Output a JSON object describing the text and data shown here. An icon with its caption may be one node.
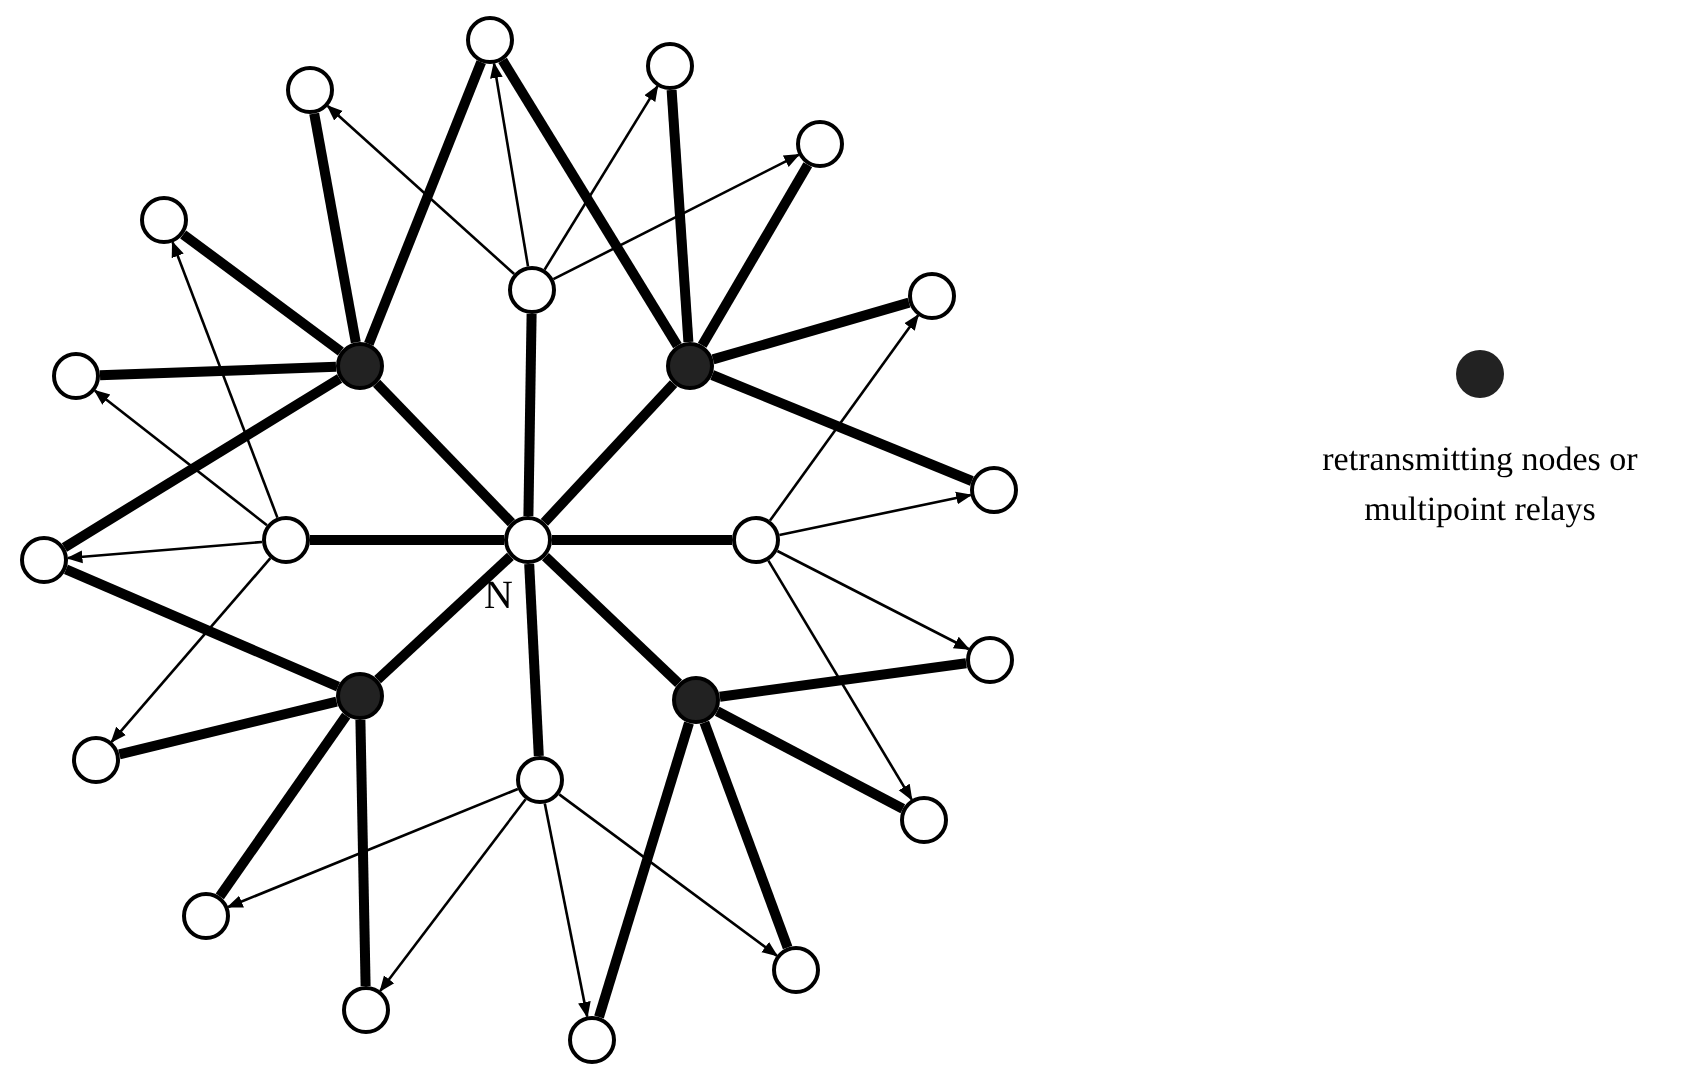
{
  "diagram": {
    "nodes": [
      {
        "text": [],
        "shape": "circle",
        "beside": [
          "N"
        ]
      },
      {
        "text": [],
        "shape": "circle"
      },
      {
        "text": [],
        "shape": "circle"
      },
      {
        "text": [],
        "shape": "circle"
      },
      {
        "text": [],
        "shape": "circle"
      },
      {
        "text": [],
        "shape": "circle"
      },
      {
        "text": [],
        "shape": "circle"
      },
      {
        "text": [],
        "shape": "circle"
      },
      {
        "text": [],
        "shape": "circle"
      },
      {
        "text": [],
        "shape": "circle"
      },
      {
        "text": [],
        "shape": "circle"
      },
      {
        "text": [],
        "shape": "circle"
      },
      {
        "text": [],
        "shape": "circle"
      },
      {
        "text": [],
        "shape": "circle"
      },
      {
        "text": [],
        "shape": "circle"
      },
      {
        "text": [],
        "shape": "circle"
      },
      {
        "text": [],
        "shape": "circle"
      },
      {
        "text": [],
        "shape": "circle"
      },
      {
        "text": [],
        "shape": "circle"
      },
      {
        "text": [],
        "shape": "circle"
      },
      {
        "text": [],
        "shape": "circle"
      },
      {
        "text": [],
        "shape": "circle"
      },
      {
        "text": [],
        "shape": "circle"
      },
      {
        "text": [],
        "shape": "circle"
      },
      {
        "text": [],
        "shape": "circle"
      }
    ],
    "edges": [
      {
        "from": 0,
        "to": 1,
        "arrow": "none"
      },
      {
        "from": 0,
        "to": 2,
        "arrow": "none"
      },
      {
        "from": 0,
        "to": 3,
        "arrow": "none"
      },
      {
        "from": 0,
        "to": 4,
        "arrow": "none"
      },
      {
        "from": 0,
        "to": 5,
        "arrow": "none"
      },
      {
        "from": 0,
        "to": 6,
        "arrow": "none"
      },
      {
        "from": 0,
        "to": 7,
        "arrow": "none"
      },
      {
        "from": 0,
        "to": 8,
        "arrow": "none"
      },
      {
        "from": 5,
        "to": 24,
        "arrow": "none"
      },
      {
        "from": 5,
        "to": 9,
        "arrow": "none"
      },
      {
        "from": 5,
        "to": 23,
        "arrow": "none"
      },
      {
        "from": 5,
        "to": 22,
        "arrow": "none"
      },
      {
        "from": 5,
        "to": 21,
        "arrow": "none"
      },
      {
        "from": 6,
        "to": 9,
        "arrow": "none"
      },
      {
        "from": 6,
        "to": 10,
        "arrow": "none"
      },
      {
        "from": 6,
        "to": 11,
        "arrow": "none"
      },
      {
        "from": 6,
        "to": 12,
        "arrow": "none"
      },
      {
        "from": 6,
        "to": 13,
        "arrow": "none"
      },
      {
        "from": 7,
        "to": 21,
        "arrow": "none"
      },
      {
        "from": 7,
        "to": 20,
        "arrow": "none"
      },
      {
        "from": 7,
        "to": 19,
        "arrow": "none"
      },
      {
        "from": 7,
        "to": 18,
        "arrow": "none"
      },
      {
        "from": 8,
        "to": 14,
        "arrow": "none"
      },
      {
        "from": 8,
        "to": 15,
        "arrow": "none"
      },
      {
        "from": 8,
        "to": 16,
        "arrow": "none"
      },
      {
        "from": 8,
        "to": 17,
        "arrow": "none"
      },
      {
        "from": 1,
        "to": 24,
        "arrow": "to"
      },
      {
        "from": 1,
        "to": 9,
        "arrow": "to"
      },
      {
        "from": 1,
        "to": 10,
        "arrow": "to"
      },
      {
        "from": 1,
        "to": 11,
        "arrow": "to"
      },
      {
        "from": 2,
        "to": 23,
        "arrow": "to"
      },
      {
        "from": 2,
        "to": 22,
        "arrow": "to"
      },
      {
        "from": 2,
        "to": 21,
        "arrow": "to"
      },
      {
        "from": 2,
        "to": 20,
        "arrow": "to"
      },
      {
        "from": 3,
        "to": 12,
        "arrow": "to"
      },
      {
        "from": 3,
        "to": 13,
        "arrow": "to"
      },
      {
        "from": 3,
        "to": 14,
        "arrow": "to"
      },
      {
        "from": 3,
        "to": 15,
        "arrow": "to"
      },
      {
        "from": 4,
        "to": 19,
        "arrow": "to"
      },
      {
        "from": 4,
        "to": 18,
        "arrow": "to"
      },
      {
        "from": 4,
        "to": 17,
        "arrow": "to"
      },
      {
        "from": 4,
        "to": 16,
        "arrow": "to"
      }
    ],
    "legend": [
      {
        "text": "retransmitting nodes or multipoint relays"
      }
    ]
  }
}
